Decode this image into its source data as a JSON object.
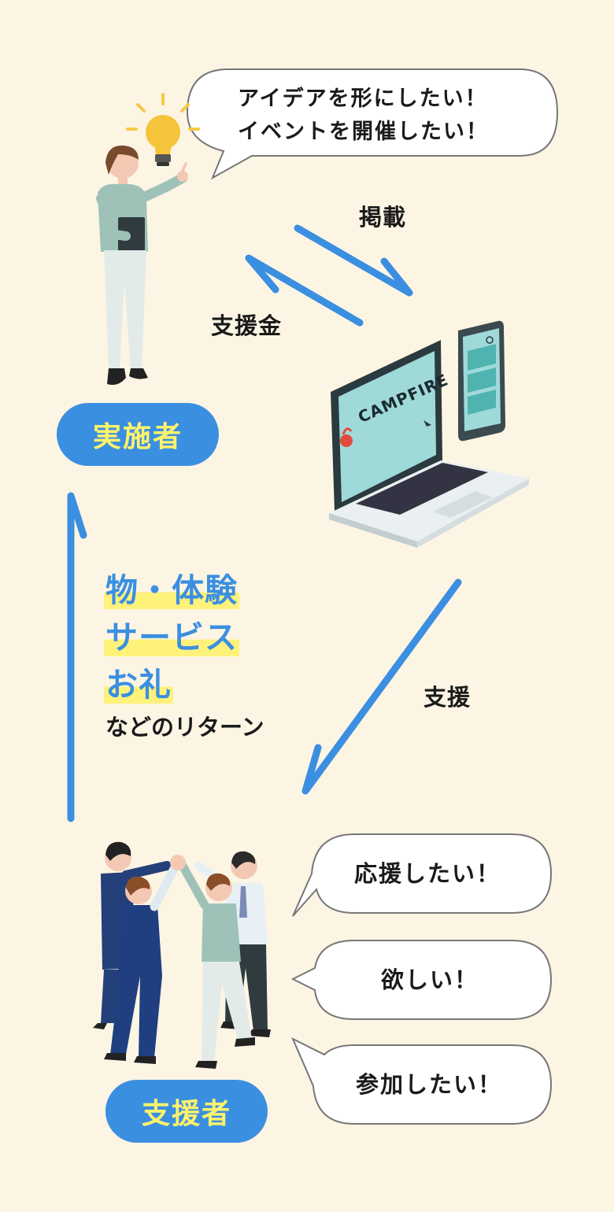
{
  "bubbles": {
    "creator_line1": "アイデアを形にしたい！",
    "creator_line2": "イベントを開催したい！",
    "support": "応援したい！",
    "want": "欲しい！",
    "join": "参加したい！"
  },
  "flow": {
    "publish": "掲載",
    "funds": "支援金",
    "support": "支援"
  },
  "roles": {
    "creator": "実施者",
    "backer": "支援者"
  },
  "returns": {
    "item1": "物・体験",
    "item2": "サービス",
    "item3": "お礼",
    "suffix": "などのリターン"
  },
  "brand": {
    "logo_text": "CAMPFIRE"
  },
  "colors": {
    "background": "#fdf5e4",
    "arrow_blue": "#3b8fe0",
    "pill_text": "#fff36b",
    "highlight": "#fff27a"
  }
}
